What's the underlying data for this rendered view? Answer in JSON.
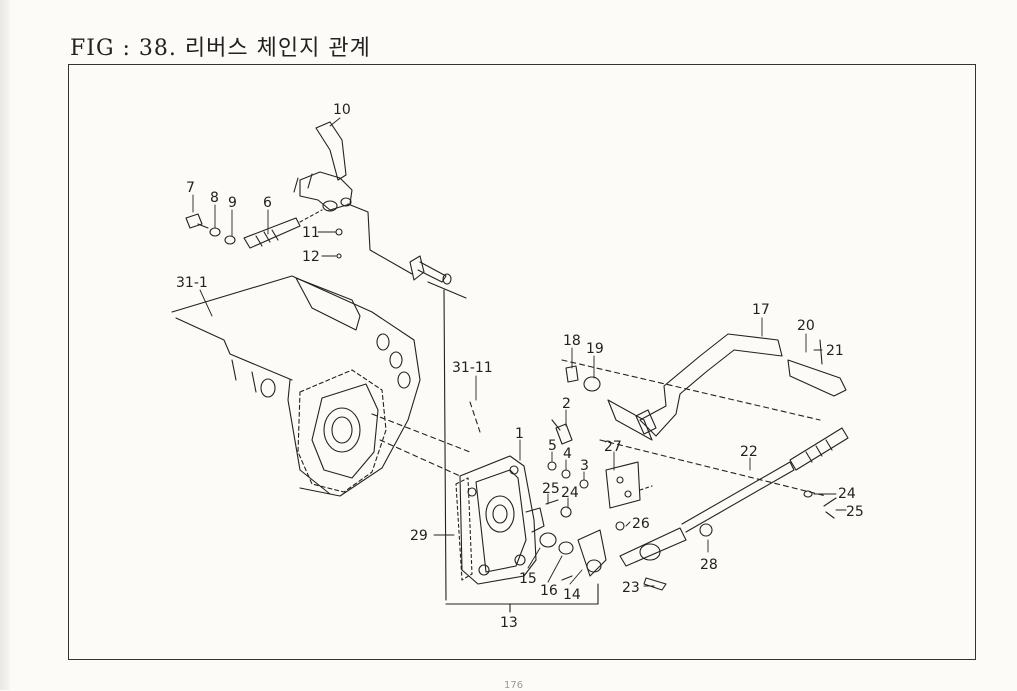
{
  "figure": {
    "title": "FIG : 38. 리버스 체인지 관계",
    "page_number": "176"
  },
  "callouts": [
    {
      "id": "c10",
      "text": "10"
    },
    {
      "id": "c7",
      "text": "7"
    },
    {
      "id": "c8",
      "text": "8"
    },
    {
      "id": "c9",
      "text": "9"
    },
    {
      "id": "c6",
      "text": "6"
    },
    {
      "id": "c11",
      "text": "11"
    },
    {
      "id": "c12",
      "text": "12"
    },
    {
      "id": "c31-1",
      "text": "31-1"
    },
    {
      "id": "c17",
      "text": "17"
    },
    {
      "id": "c20",
      "text": "20"
    },
    {
      "id": "c21",
      "text": "21"
    },
    {
      "id": "c18",
      "text": "18"
    },
    {
      "id": "c19",
      "text": "19"
    },
    {
      "id": "c31-11",
      "text": "31-11"
    },
    {
      "id": "c2",
      "text": "2"
    },
    {
      "id": "c1",
      "text": "1"
    },
    {
      "id": "c5",
      "text": "5"
    },
    {
      "id": "c4",
      "text": "4"
    },
    {
      "id": "c3",
      "text": "3"
    },
    {
      "id": "c27",
      "text": "27"
    },
    {
      "id": "c22",
      "text": "22"
    },
    {
      "id": "c25a",
      "text": "25"
    },
    {
      "id": "c24a",
      "text": "24"
    },
    {
      "id": "c24b",
      "text": "24"
    },
    {
      "id": "c25b",
      "text": "25"
    },
    {
      "id": "c26",
      "text": "26"
    },
    {
      "id": "c29",
      "text": "29"
    },
    {
      "id": "c28",
      "text": "28"
    },
    {
      "id": "c15",
      "text": "15"
    },
    {
      "id": "c16",
      "text": "16"
    },
    {
      "id": "c14",
      "text": "14"
    },
    {
      "id": "c23",
      "text": "23"
    },
    {
      "id": "c13",
      "text": "13"
    }
  ]
}
